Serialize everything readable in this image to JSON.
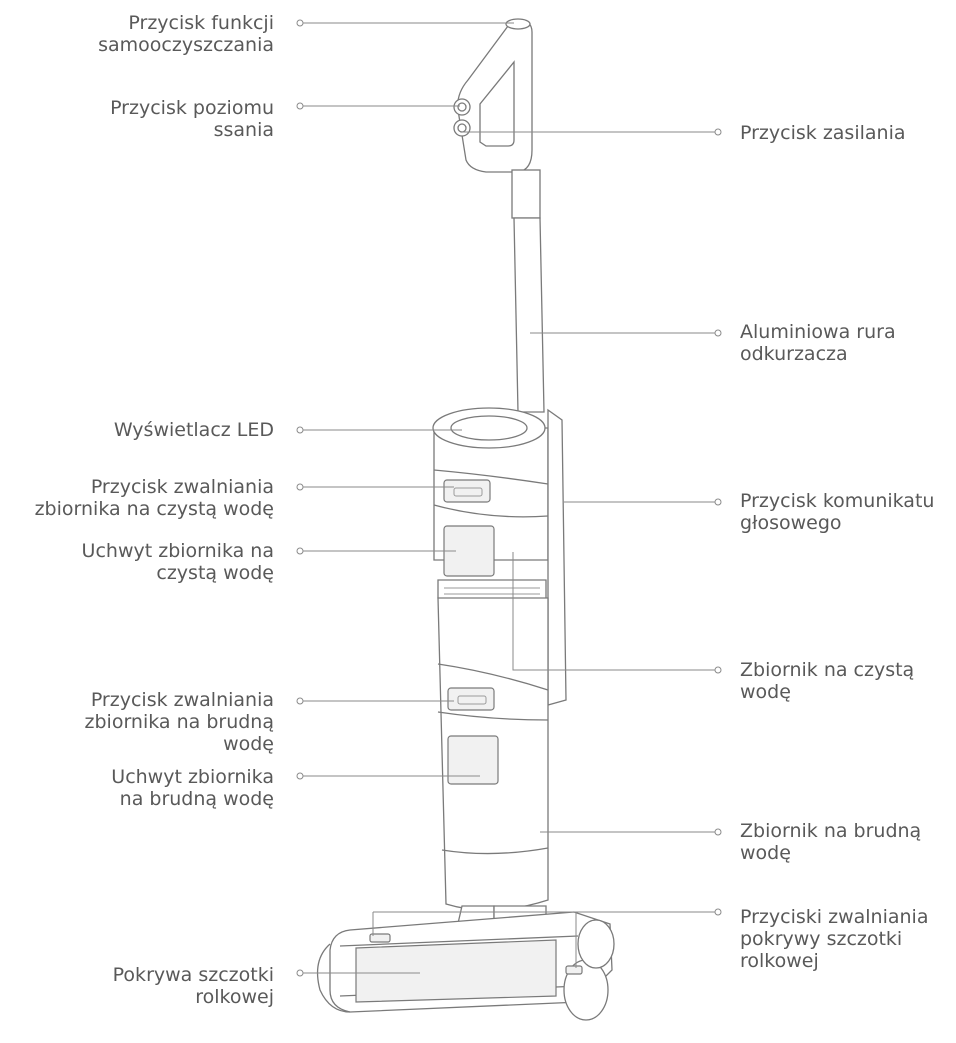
{
  "labels": {
    "self_clean_button": "Przycisk funkcji\nsamooczyszczania",
    "suction_level_button": "Przycisk poziomu\nssania",
    "power_button": "Przycisk zasilania",
    "aluminium_tube": "Aluminiowa rura\nodkurzacza",
    "led_display": "Wyświetlacz LED",
    "voice_prompt_button": "Przycisk komunikatu\ngłosowego",
    "clean_tank_release": "Przycisk zwalniania\nzbiornika na czystą wodę",
    "clean_tank_handle": "Uchwyt zbiornika na\nczystą wodę",
    "clean_tank": "Zbiornik na czystą\nwodę",
    "dirty_tank_release": "Przycisk zwalniania\nzbiornika na brudną\nwodę",
    "dirty_tank_handle": "Uchwyt zbiornika\nna brudną wodę",
    "dirty_tank": "Zbiornik na brudną\nwodę",
    "brush_cover_release": "Przyciski zwalniania\npokrywy szczotki\nrolkowej",
    "brush_cover": "Pokrywa szczotki\nrolkowej"
  },
  "colors": {
    "text": "#595959",
    "line": "#8a8a8a",
    "outline": "#7a7a7a"
  }
}
